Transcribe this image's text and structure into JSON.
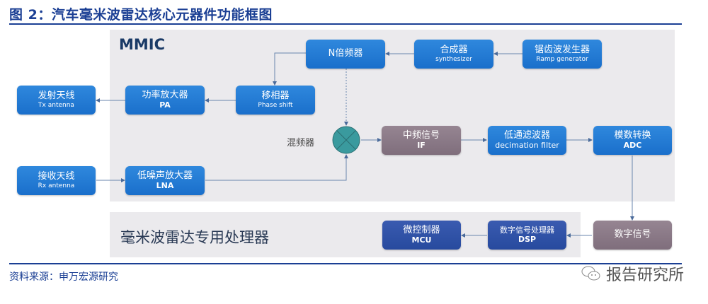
{
  "figure": {
    "title": "图 2：汽车毫米波雷达核心元器件功能框图",
    "source": "资料来源：申万宏源研究",
    "watermark": "报告研究所"
  },
  "panels": {
    "mmic": "MMIC",
    "processor": "毫米波雷达专用处理器"
  },
  "mixer_label": "混频器",
  "blocks": {
    "ramp": {
      "zh": "锯齿波发生器",
      "en": "Ramp generator"
    },
    "synth": {
      "zh": "合成器",
      "en": "synthesizer"
    },
    "nmult": {
      "zh": "N倍频器"
    },
    "phase": {
      "zh": "移相器",
      "en": "Phase shift"
    },
    "pa": {
      "zh": "功率放大器",
      "en": "PA"
    },
    "tx": {
      "zh": "发射天线",
      "en": "Tx antenna"
    },
    "rx": {
      "zh": "接收天线",
      "en": "Rx antenna"
    },
    "lna": {
      "zh": "低噪声放大器",
      "en": "LNA"
    },
    "if": {
      "zh": "中频信号",
      "en": "IF"
    },
    "lpf": {
      "zh": "低通滤波器",
      "en": "decimation filter"
    },
    "adc": {
      "zh": "模数转换",
      "en": "ADC"
    },
    "digital": {
      "zh": "数字信号"
    },
    "dsp": {
      "zh": "数字信号处理器",
      "en": "DSP"
    },
    "mcu": {
      "zh": "微控制器",
      "en": "MCU"
    }
  },
  "colors": {
    "blue_block": "#1a6fcb",
    "navy_block": "#274a9e",
    "mauve_block": "#8a7987",
    "mixer": "#3a9a9e",
    "title": "#1b3f94",
    "panel": "#ebeaed"
  }
}
